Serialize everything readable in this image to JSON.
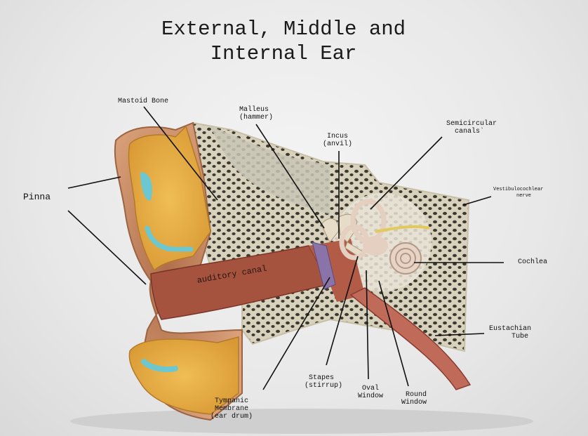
{
  "title": {
    "line1": "External, Middle and",
    "line2": "Internal Ear"
  },
  "labels": {
    "mastoid_bone": "Mastoid Bone",
    "malleus_1": "Malleus",
    "malleus_2": "(hammer)",
    "incus_1": "Incus",
    "incus_2": "(anvil)",
    "semicircular_1": "Semicircular",
    "semicircular_2": "canals`",
    "pinna": "Pinna",
    "vestibulocochlear_1": "Vestibulocochlear",
    "vestibulocochlear_2": "nerve",
    "cochlea": "Cochlea",
    "auditory_canal": "auditory canal",
    "eustachian_1": "Eustachian",
    "eustachian_2": "Tube",
    "stapes_1": "Stapes",
    "stapes_2": "(stirrup)",
    "oval_1": "Oval",
    "oval_2": "Window",
    "round_1": "Round",
    "round_2": "Window",
    "tympanic_1": "Tympanic",
    "tympanic_2": "Membrane",
    "tympanic_3": "(ear drum)"
  },
  "colors": {
    "skin": "#c98a5e",
    "cartilage": "#e6b04a",
    "bone": "#d8d2bd",
    "bone_pores": "#3d3a33",
    "canal": "#9b4a3a",
    "fluid": "#6cc7d0",
    "leader_line": "#111111"
  }
}
